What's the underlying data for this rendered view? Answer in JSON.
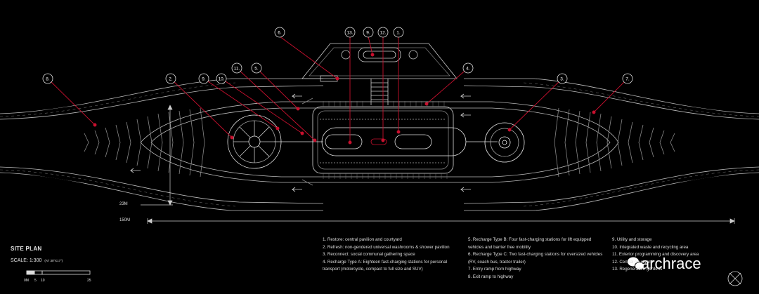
{
  "title": "SITE PLAN",
  "scale": {
    "label": "SCALE: 1:300",
    "note": "(AT 30\"X17\")",
    "ticks": [
      "0M",
      "5",
      "10",
      "25"
    ]
  },
  "dimensions": {
    "width_label": "150M",
    "height_label": "23M"
  },
  "callouts": [
    "6.",
    "13.",
    "9.",
    "12.",
    "1.",
    "8.",
    "2.",
    "9.",
    "10.",
    "11.",
    "5.",
    "4.",
    "3.",
    "7."
  ],
  "legend": {
    "col1": [
      "1. Restore: central pavilion and courtyard",
      "2. Refresh: non-gendered universal washrooms & shower pavilion",
      "3. Reconnect: social communal gathering space",
      "4. Recharge Type A: Eighteen fast-charging stations for personal transport (motorcycle, compact to full size and SUV)"
    ],
    "col2": [
      "5. Recharge Type B: Four fast-charging stations for lift equipped vehicles and barrier free mobility",
      "6. Recharge Type C: Two fast-charging stations for oversized vehicles (RV, coach bus, tractor trailer)",
      "7. Entry ramp from highway",
      "8. Exit ramp to highway"
    ],
    "col3": [
      "9. Utility and storage",
      "10. Integrated waste and recycling area",
      "11. Exterior programming and discovery area",
      "12. Central courtyard",
      "13. Regenerative gardens"
    ]
  },
  "watermark": "archrace",
  "colors": {
    "accent": "#c8102e",
    "line": "#ffffff",
    "background": "#000000"
  }
}
